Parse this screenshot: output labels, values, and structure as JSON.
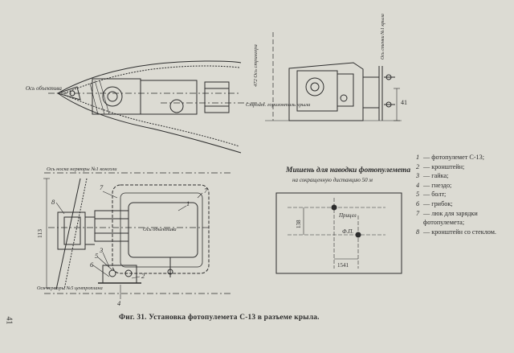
{
  "page_number": "41",
  "caption": "Фиг. 31. Установка фотопулемета С-13 в разъеме крыла.",
  "top_view": {
    "lens_axis_label": "Ось объектива",
    "wing_chord_label": "Строит. горизонталь крыла",
    "stiffener_label": "472 Ось стрингера",
    "axis_label_right": "Ось стенки №1 крыла",
    "dimension_41": "41"
  },
  "front_view": {
    "rib_axis_top": "Ось носка нервюры №1 консоли",
    "rib_axis_bottom": "Ось нервюры №5 центроплана",
    "lens_axis_label": "Ось объектива",
    "dimension_113": "113",
    "callouts": [
      "8",
      "7",
      "7",
      "1",
      "3",
      "5",
      "6",
      "2",
      "4"
    ]
  },
  "target": {
    "title": "Мишень для наводки фотопулемета",
    "subtitle": "на сокращенную дистанцию 50 м",
    "sight_label": "Прицел",
    "fp_label": "Ф.П.",
    "dim_vertical": "138",
    "dim_horizontal": "1541"
  },
  "legend": [
    {
      "num": "1",
      "text": "— фотопулемет С-13;"
    },
    {
      "num": "2",
      "text": "— кронштейн;"
    },
    {
      "num": "3",
      "text": "— гайка;"
    },
    {
      "num": "4",
      "text": "— гнездо;"
    },
    {
      "num": "5",
      "text": "— болт;"
    },
    {
      "num": "6",
      "text": "— грибок;"
    },
    {
      "num": "7",
      "text": "— люк для зарядки фотопулемета;"
    },
    {
      "num": "8",
      "text": "— кронштейн со стеклом."
    }
  ]
}
